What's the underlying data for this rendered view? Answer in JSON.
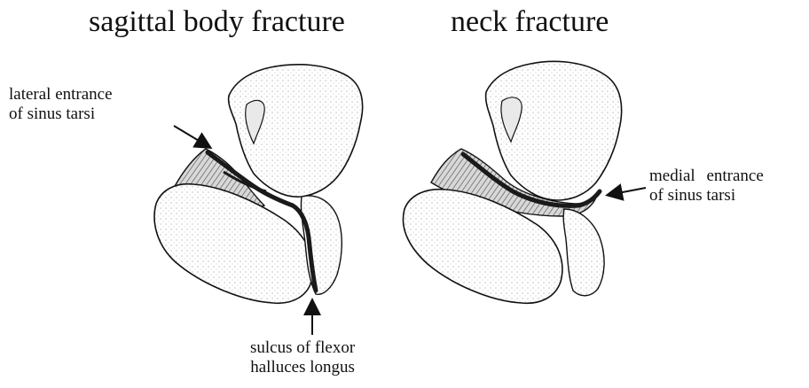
{
  "titles": {
    "left": "sagittal body fracture",
    "right": "neck fracture"
  },
  "labels": {
    "lateral_line1": "lateral entrance",
    "lateral_line2": "of sinus tarsi",
    "medial_line1": "medial  entrance",
    "medial_line2": "of sinus tarsi",
    "sulcus_line1": "sulcus of flexor",
    "sulcus_line2": "halluces longus"
  },
  "colors": {
    "ink": "#111111",
    "fracture": "#1a1a1a",
    "shade": "#8a8a8a"
  }
}
